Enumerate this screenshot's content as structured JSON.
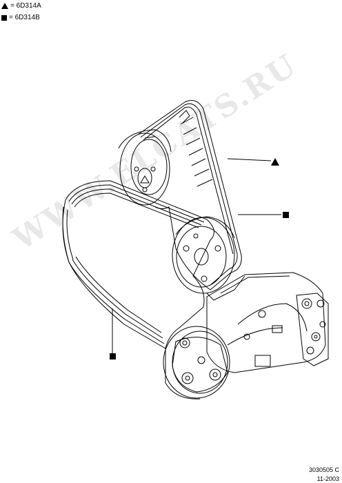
{
  "legend": [
    {
      "symbol": "triangle",
      "text": "= 6D314A"
    },
    {
      "symbol": "square",
      "text": "= 6D314B"
    }
  ],
  "watermark": "WWW.ELCATS.RU",
  "footer": {
    "ref": "3030505 C",
    "date": "11-2003"
  },
  "callouts": [
    {
      "symbol": "triangle",
      "target": "upper-belt"
    },
    {
      "symbol": "square",
      "target": "upper-belt"
    },
    {
      "symbol": "square",
      "target": "lower-belt"
    }
  ],
  "colors": {
    "line": "#000000",
    "watermark": "#e8e8e8"
  }
}
